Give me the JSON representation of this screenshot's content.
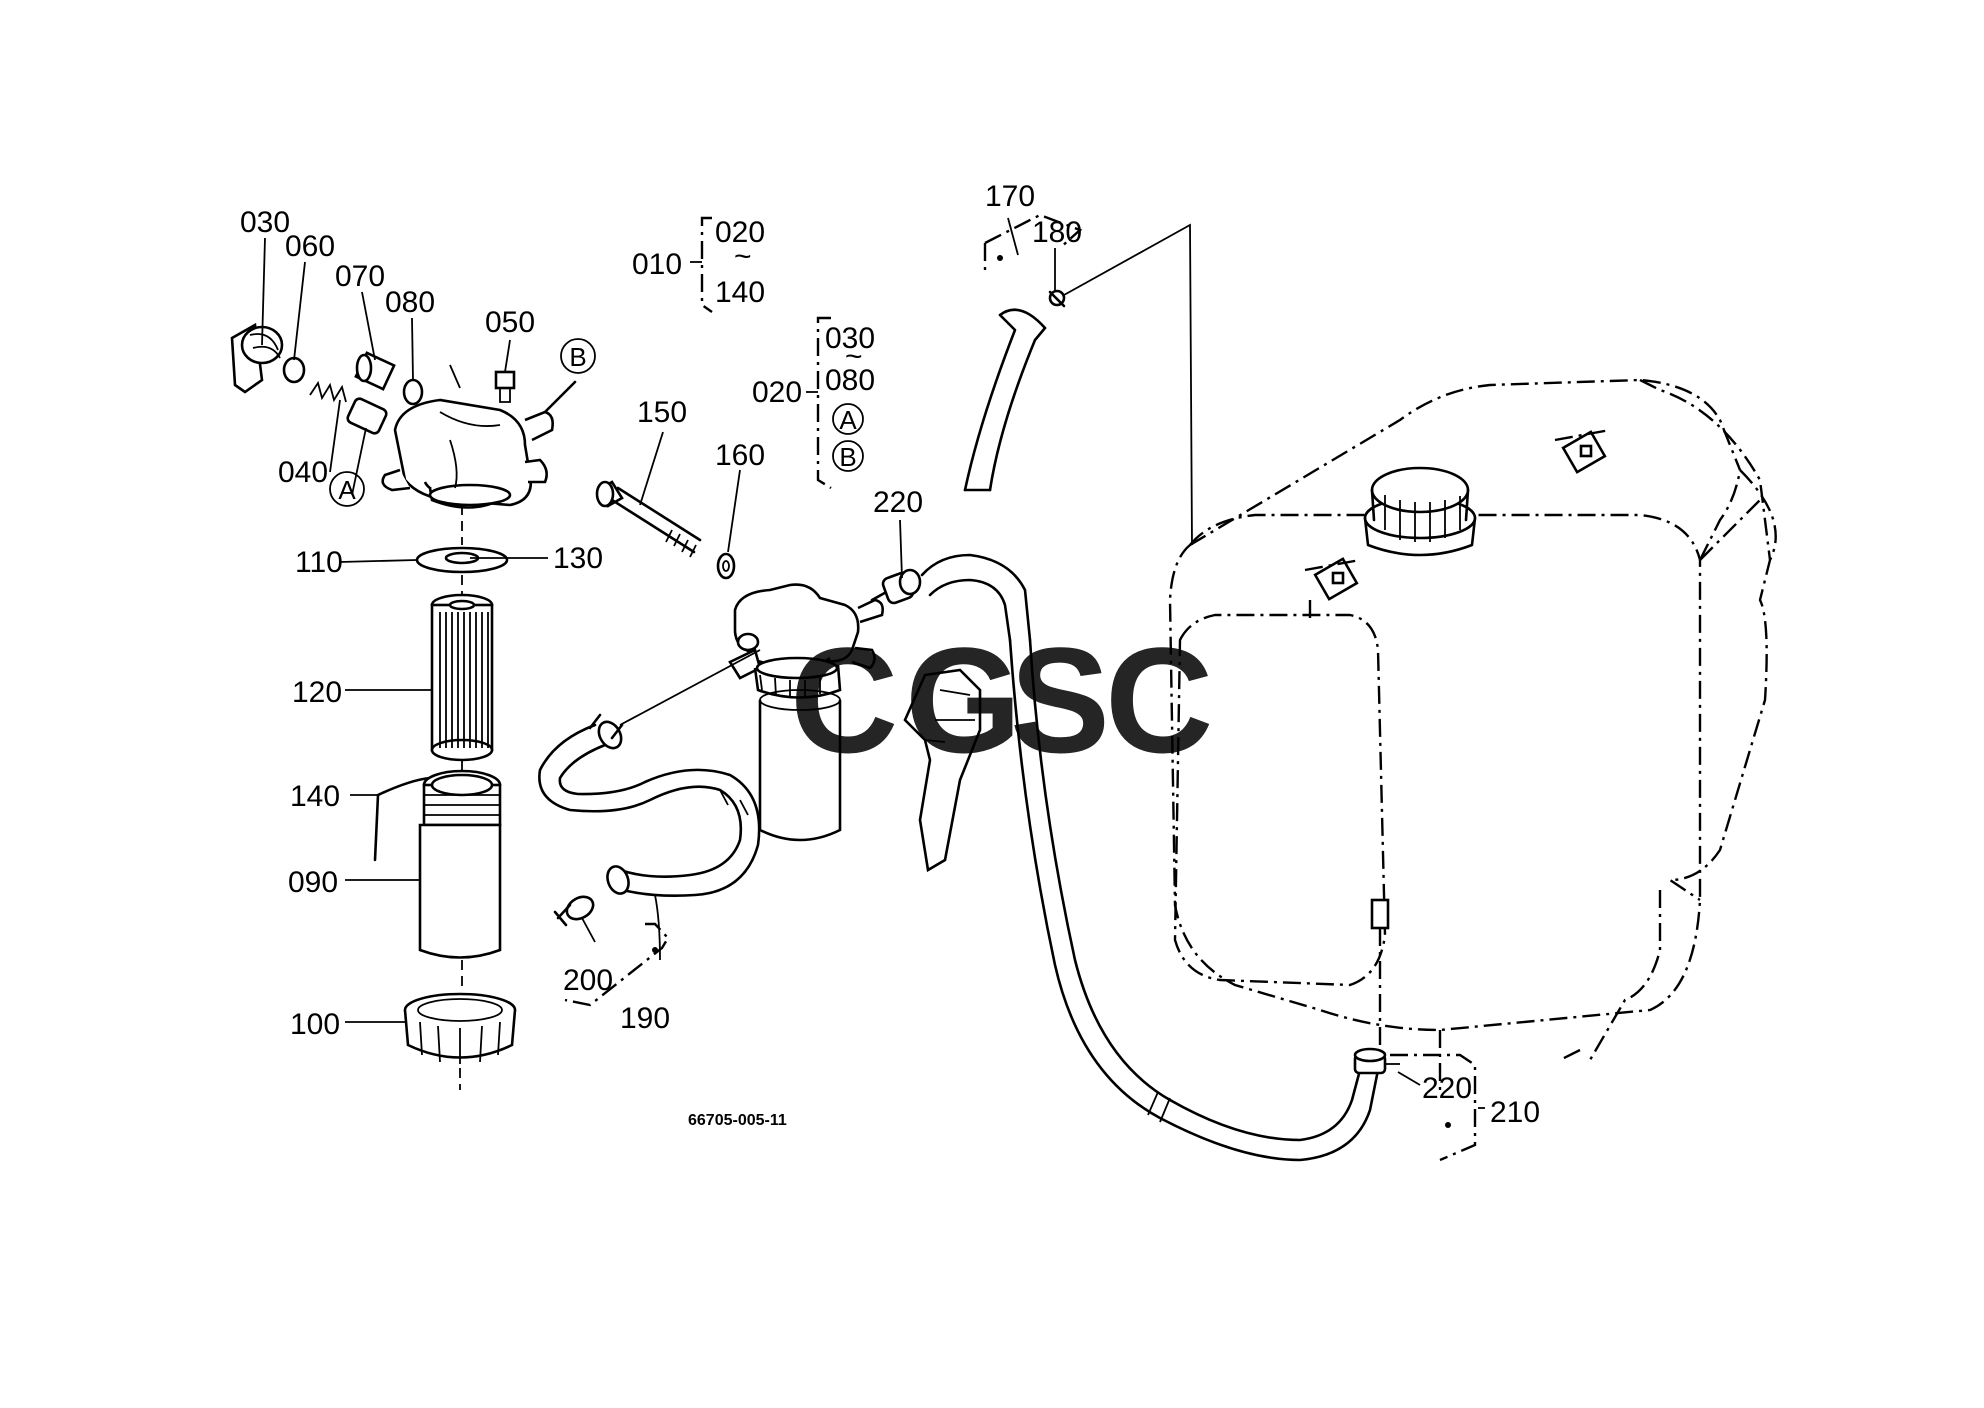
{
  "figure_code": "66705-005-11",
  "watermark": {
    "letters": [
      "C",
      "G",
      "S",
      "C"
    ],
    "colors": [
      "#4a86e8",
      "#e8554e",
      "#f4c430",
      "#4caf7d"
    ]
  },
  "callouts": {
    "p030": "030",
    "p060": "060",
    "p070": "070",
    "p080": "080",
    "p050": "050",
    "p040": "040",
    "p110": "110",
    "p130": "130",
    "p120": "120",
    "p140": "140",
    "p090": "090",
    "p100": "100",
    "p150": "150",
    "p160": "160",
    "p220a": "220",
    "p220b": "220",
    "p170": "170",
    "p180": "180",
    "p200": "200",
    "p190": "190",
    "p210": "210"
  },
  "markers": {
    "a": "A",
    "b": "B"
  },
  "assembly_010": {
    "label": "010",
    "from": "020",
    "range_mark": "~",
    "to": "140"
  },
  "assembly_020": {
    "label": "020",
    "items": [
      "030",
      "080"
    ],
    "markers": [
      "A",
      "B"
    ]
  }
}
